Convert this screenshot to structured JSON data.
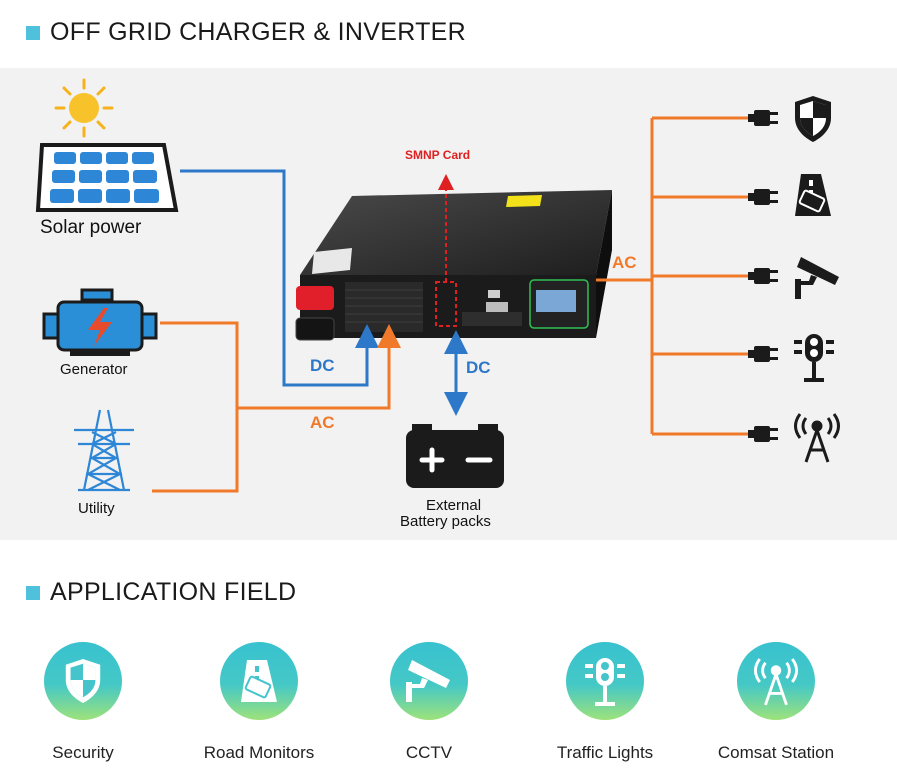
{
  "header1": {
    "title": "OFF GRID CHARGER & INVERTER"
  },
  "header2": {
    "title": "APPLICATION FIELD"
  },
  "diagram": {
    "solar_label": "Solar power",
    "generator_label": "Generator",
    "utility_label": "Utility",
    "smnp_label": "SMNP Card",
    "dc_left_label": "DC",
    "dc_right_label": "DC",
    "ac_input_label": "AC",
    "ac_output_label": "AC",
    "battery_label_line1": "External",
    "battery_label_line2": "Battery packs"
  },
  "applications": [
    {
      "label": "Security",
      "icon": "shield-icon"
    },
    {
      "label": "Road Monitors",
      "icon": "road-monitor-icon"
    },
    {
      "label": "CCTV",
      "icon": "cctv-icon"
    },
    {
      "label": "Traffic Lights",
      "icon": "traffic-light-icon"
    },
    {
      "label": "Comsat Station",
      "icon": "antenna-icon"
    }
  ],
  "colors": {
    "accent": "#4fc1dc",
    "dc_line": "#2d78c8",
    "ac_line": "#f07a2a",
    "smnp": "#e02020"
  }
}
